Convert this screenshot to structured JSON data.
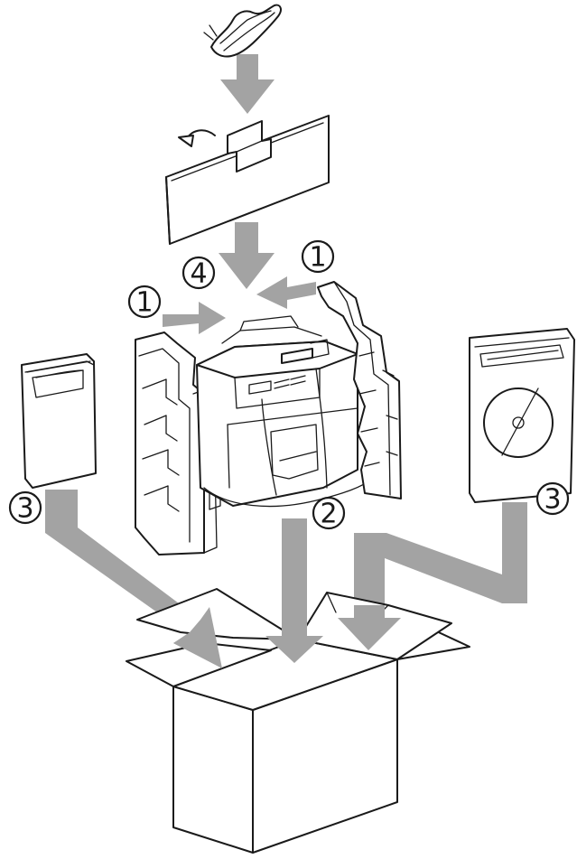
{
  "steps": [
    {
      "id": "foam-left",
      "label": "1"
    },
    {
      "id": "foam-right",
      "label": "1"
    },
    {
      "id": "machine",
      "label": "2"
    },
    {
      "id": "bag-left",
      "label": "3"
    },
    {
      "id": "bag-right",
      "label": "3"
    },
    {
      "id": "flap-box",
      "label": "4"
    }
  ],
  "colors": {
    "arrow": "#a3a3a3",
    "line": "#1a1a1a",
    "background": "#ffffff"
  }
}
